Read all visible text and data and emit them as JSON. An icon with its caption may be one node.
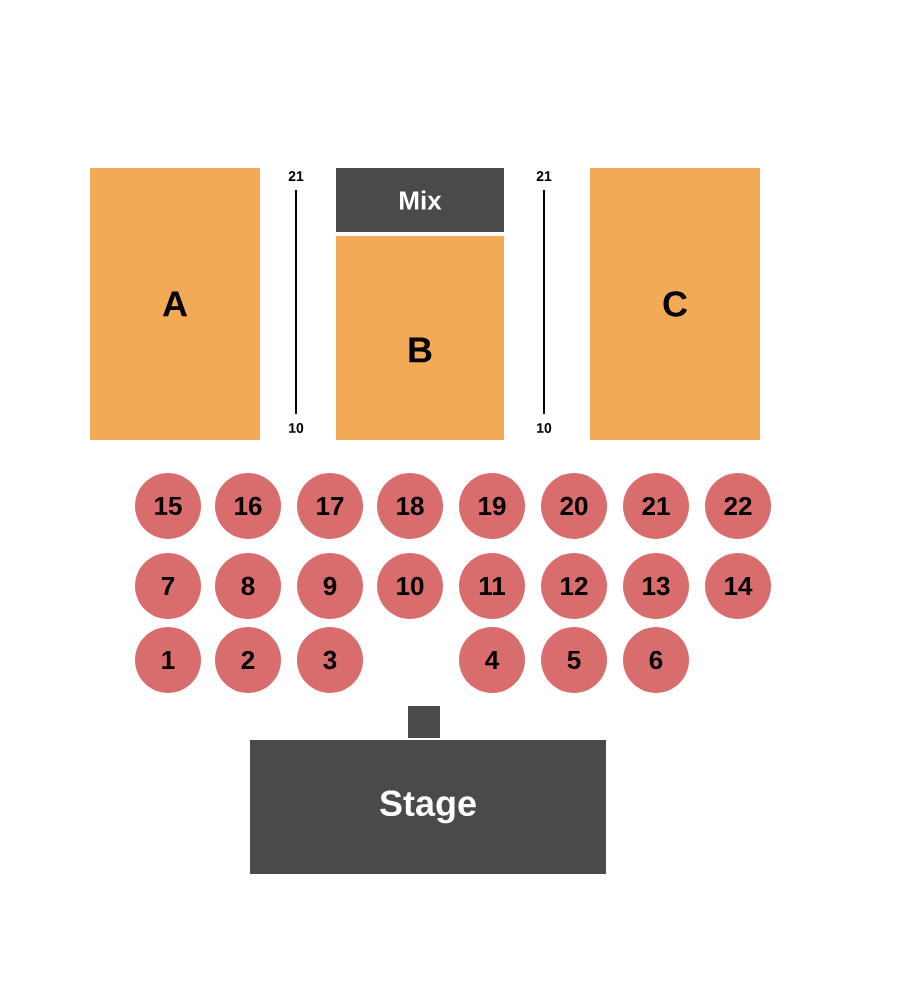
{
  "diagram": {
    "nodes": [
      {
        "text": [
          "A"
        ]
      },
      {
        "text": [
          "Mix"
        ]
      },
      {
        "text": [
          "B"
        ]
      },
      {
        "text": [
          "C"
        ]
      },
      {
        "text": [
          "15"
        ]
      },
      {
        "text": [
          "16"
        ]
      },
      {
        "text": [
          "17"
        ]
      },
      {
        "text": [
          "18"
        ]
      },
      {
        "text": [
          "19"
        ]
      },
      {
        "text": [
          "20"
        ]
      },
      {
        "text": [
          "21"
        ]
      },
      {
        "text": [
          "22"
        ]
      },
      {
        "text": [
          "7"
        ]
      },
      {
        "text": [
          "8"
        ]
      },
      {
        "text": [
          "9"
        ]
      },
      {
        "text": [
          "10"
        ]
      },
      {
        "text": [
          "11"
        ]
      },
      {
        "text": [
          "12"
        ]
      },
      {
        "text": [
          "13"
        ]
      },
      {
        "text": [
          "14"
        ]
      },
      {
        "text": [
          "1"
        ]
      },
      {
        "text": [
          "2"
        ]
      },
      {
        "text": [
          "3"
        ]
      },
      {
        "text": [
          "4"
        ]
      },
      {
        "text": [
          "5"
        ]
      },
      {
        "text": [
          "6"
        ]
      },
      {
        "text": [],
        "shape": "box"
      },
      {
        "text": [
          "Stage"
        ]
      }
    ],
    "labels": [
      "21",
      "21",
      "10",
      "10"
    ]
  }
}
